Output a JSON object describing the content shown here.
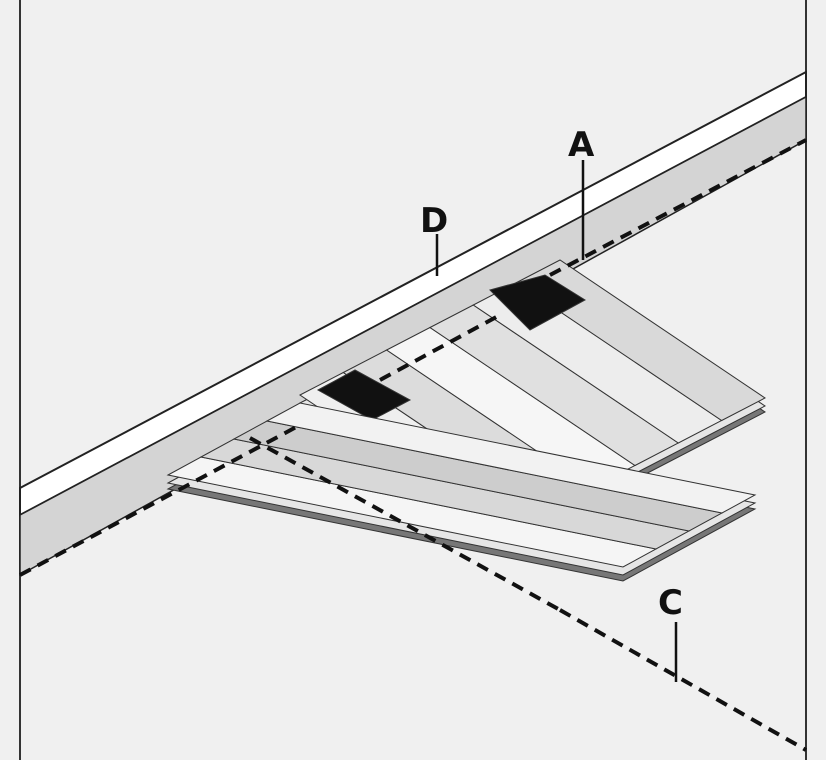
{
  "diagram": {
    "labels": {
      "a": "A",
      "c": "C",
      "d": "D"
    },
    "colors": {
      "background": "#f0f0f0",
      "wall_face": "#d4d4d4",
      "wall_top": "#ffffff",
      "spacer": "#111111",
      "outline": "#222222"
    }
  }
}
